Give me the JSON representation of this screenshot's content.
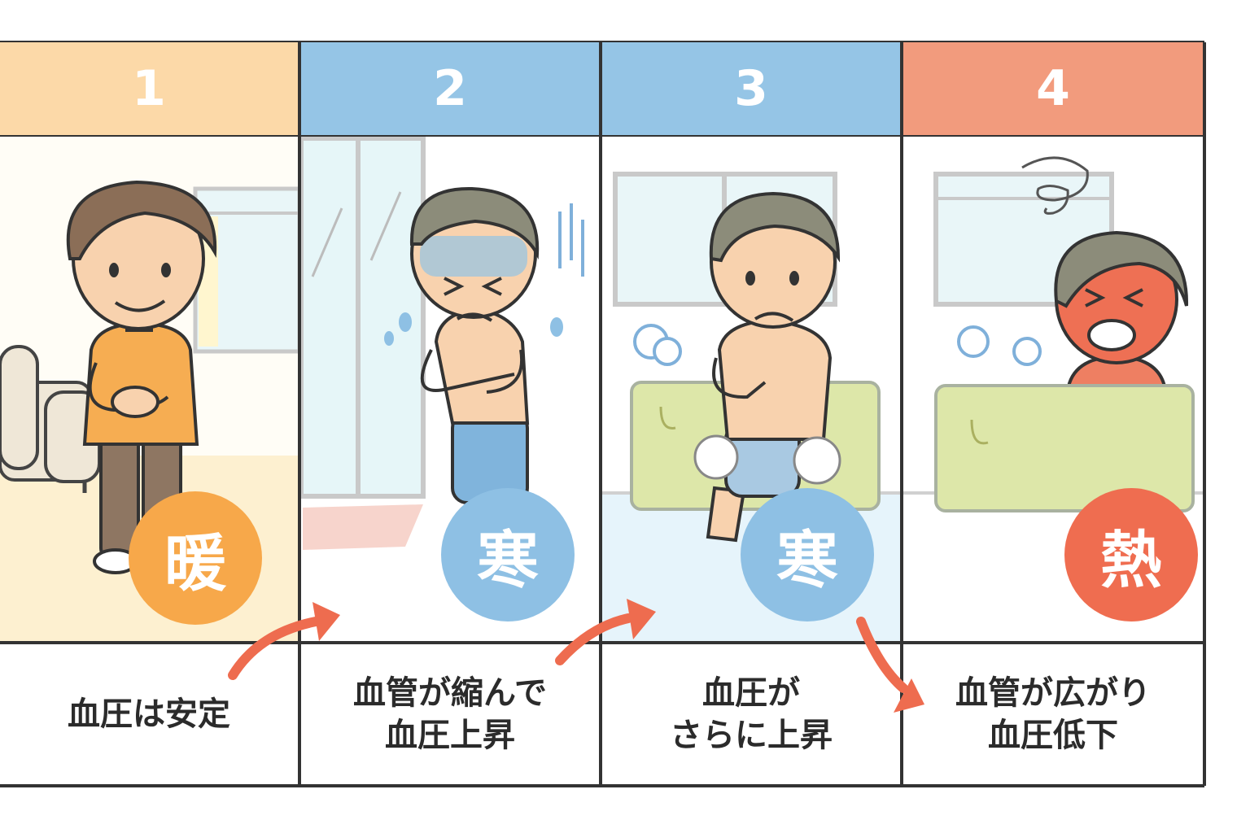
{
  "colors": {
    "warm_header": "#fcd9a8",
    "cold_header": "#95c5e6",
    "hot_header": "#f29b7d",
    "warm_badge": "#f7a84a",
    "cold_badge": "#8ec0e4",
    "hot_badge": "#ef6d50",
    "arrow": "#ee6c4f",
    "border": "#333333"
  },
  "panels": [
    {
      "number": "1",
      "badge": "暖",
      "caption": [
        "血圧は安定"
      ]
    },
    {
      "number": "2",
      "badge": "寒",
      "caption": [
        "血管が縮んで",
        "血圧上昇"
      ]
    },
    {
      "number": "3",
      "badge": "寒",
      "caption": [
        "血圧が",
        "さらに上昇"
      ]
    },
    {
      "number": "4",
      "badge": "熱",
      "caption": [
        "血管が広がり",
        "血圧低下"
      ]
    }
  ]
}
